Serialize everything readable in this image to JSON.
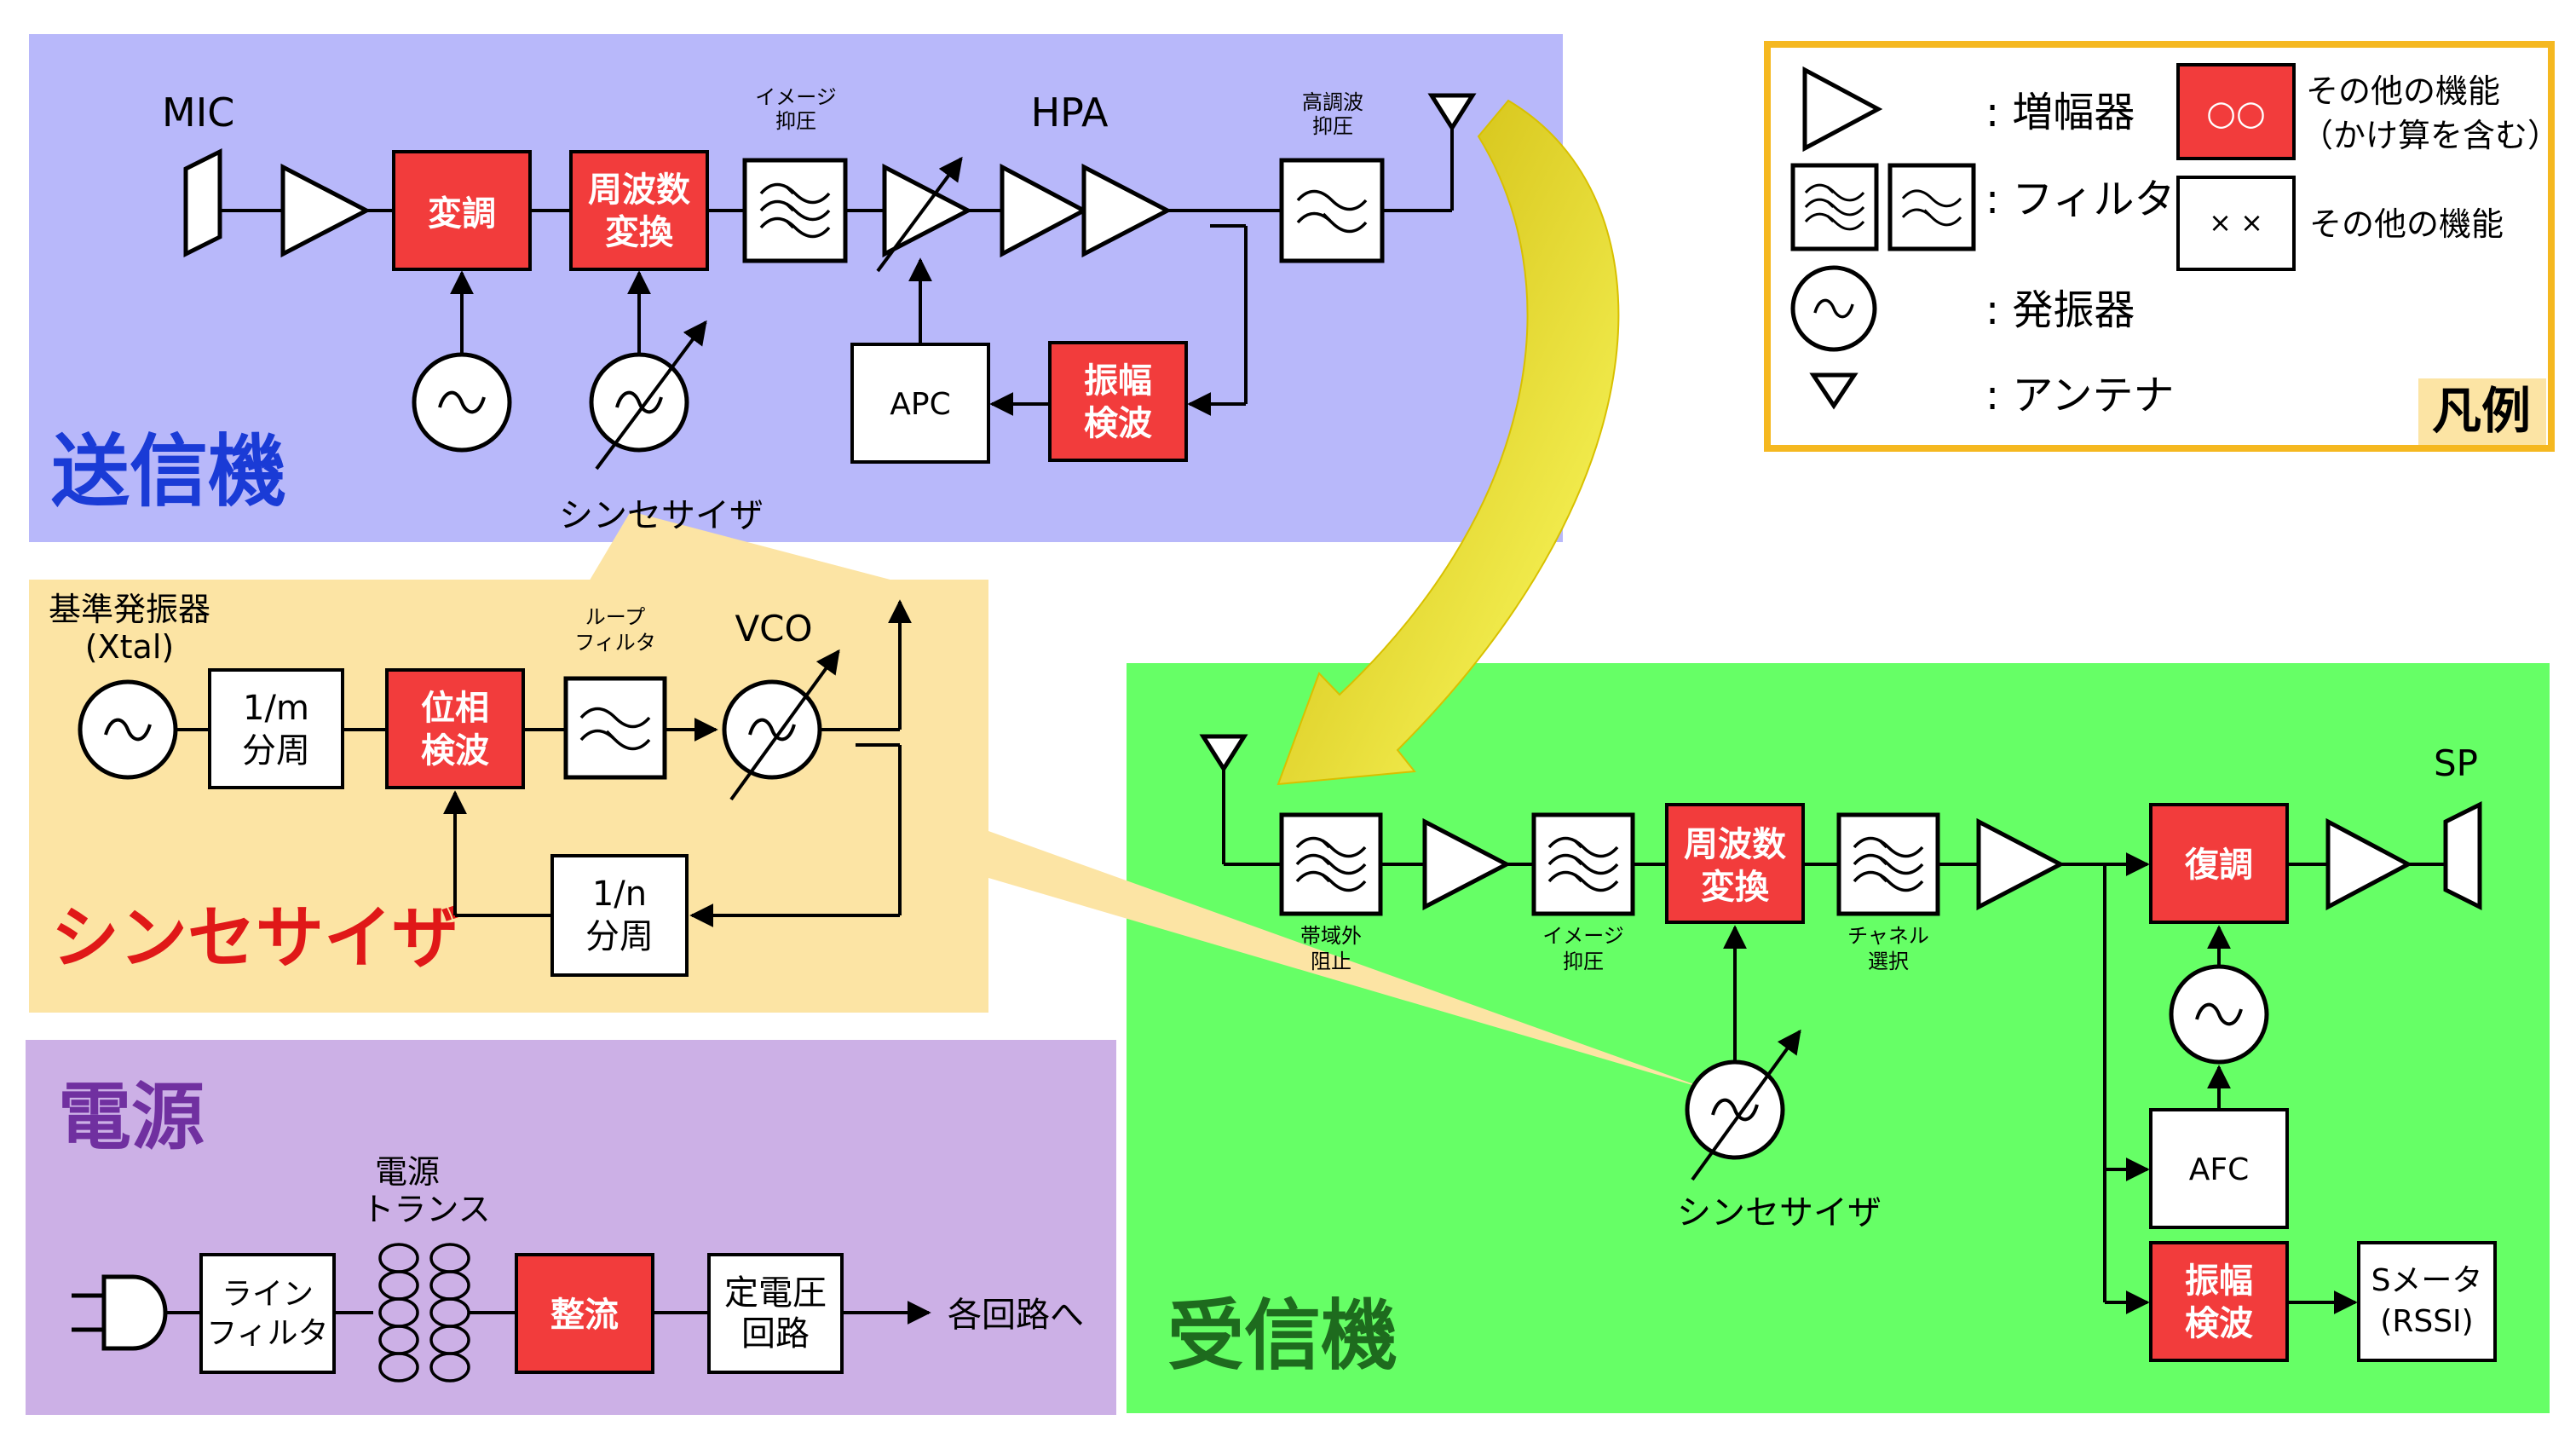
{
  "transmitter": {
    "title": "送信機",
    "mic": "MIC",
    "mod": "変調",
    "freqconv": [
      "周波数",
      "変換"
    ],
    "image_reject": [
      "イメージ",
      "抑圧"
    ],
    "hpa": "HPA",
    "harmonic_reject": [
      "高調波",
      "抑圧"
    ],
    "apc": "APC",
    "amp_det": [
      "振幅",
      "検波"
    ],
    "synth_label": "シンセサイザ"
  },
  "synthesizer": {
    "title": "シンセサイザ",
    "ref_osc": [
      "基準発振器",
      "(Xtal)"
    ],
    "div_m": [
      "1/m",
      "分周"
    ],
    "phase_det": [
      "位相",
      "検波"
    ],
    "loop_filter": [
      "ループ",
      "フィルタ"
    ],
    "vco": "VCO",
    "div_n": [
      "1/n",
      "分周"
    ]
  },
  "power": {
    "title": "電源",
    "line_filter": [
      "ライン",
      "フィルタ"
    ],
    "transformer": [
      "電源",
      "トランス"
    ],
    "rectifier": "整流",
    "regulator": [
      "定電圧",
      "回路"
    ],
    "output": "各回路へ"
  },
  "receiver": {
    "title": "受信機",
    "band_reject": [
      "帯域外",
      "阻止"
    ],
    "image_reject": [
      "イメージ",
      "抑圧"
    ],
    "freqconv": [
      "周波数",
      "変換"
    ],
    "channel_select": [
      "チャネル",
      "選択"
    ],
    "demod": "復調",
    "sp": "SP",
    "afc": "AFC",
    "amp_det": [
      "振幅",
      "検波"
    ],
    "smeter": [
      "Sメータ",
      "(RSSI)"
    ],
    "synth_label": "シンセサイザ"
  },
  "legend": {
    "title": "凡例",
    "amp": ": 増幅器",
    "filter": ": フィルタ",
    "osc": ": 発振器",
    "antenna": ": アンテナ",
    "other_red_symbol": "○○",
    "other_red": [
      "その他の機能",
      "（かけ算を含む）"
    ],
    "other_white_symbol": "× ×",
    "other_white": "その他の機能"
  },
  "colors": {
    "tx_bg": "#b8b8fa",
    "synth_bg": "#fce4a4",
    "power_bg": "#ccb0e6",
    "rx_bg": "#66ff66",
    "red_block": "#f23c3c",
    "legend_border": "#f5b820",
    "tx_title": "#1a3bd6",
    "synth_title": "#e01818",
    "power_title": "#7030a0",
    "rx_title": "#1e6b1e"
  }
}
